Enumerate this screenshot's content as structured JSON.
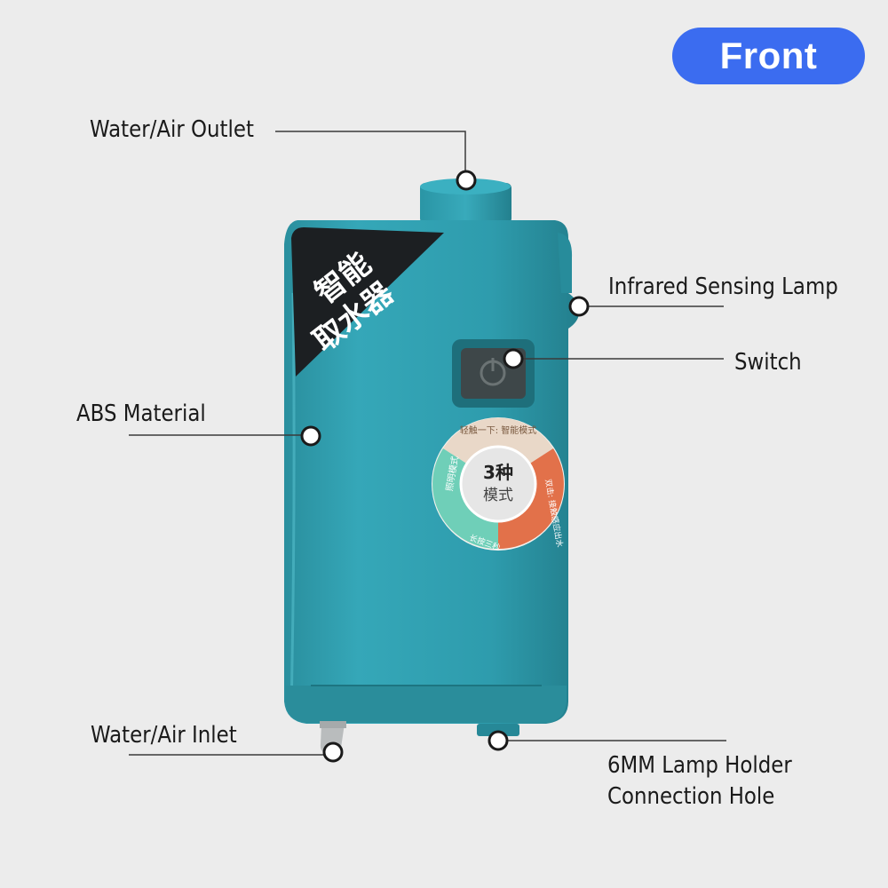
{
  "badge": {
    "text": "Front",
    "color": "#3b6cf0"
  },
  "labels": {
    "outlet": "Water/Air Outlet",
    "infrared": "Infrared Sensing Lamp",
    "switch": "Switch",
    "abs": "ABS Material",
    "inlet": "Water/Air Inlet",
    "lamp_holder_line1": "6MM Lamp Holder",
    "lamp_holder_line2": "Connection Hole"
  },
  "product": {
    "corner_text_line1": "智能",
    "corner_text_line2": "取水器",
    "dial_center_line1": "3种",
    "dial_center_line2": "模式",
    "dial_top": "轻触一下: 智能模式",
    "dial_left": "照明模式",
    "dial_right": "双击: 接触感应出水",
    "dial_bottom": "长按三秒",
    "body_color": "#2f9fb0"
  }
}
